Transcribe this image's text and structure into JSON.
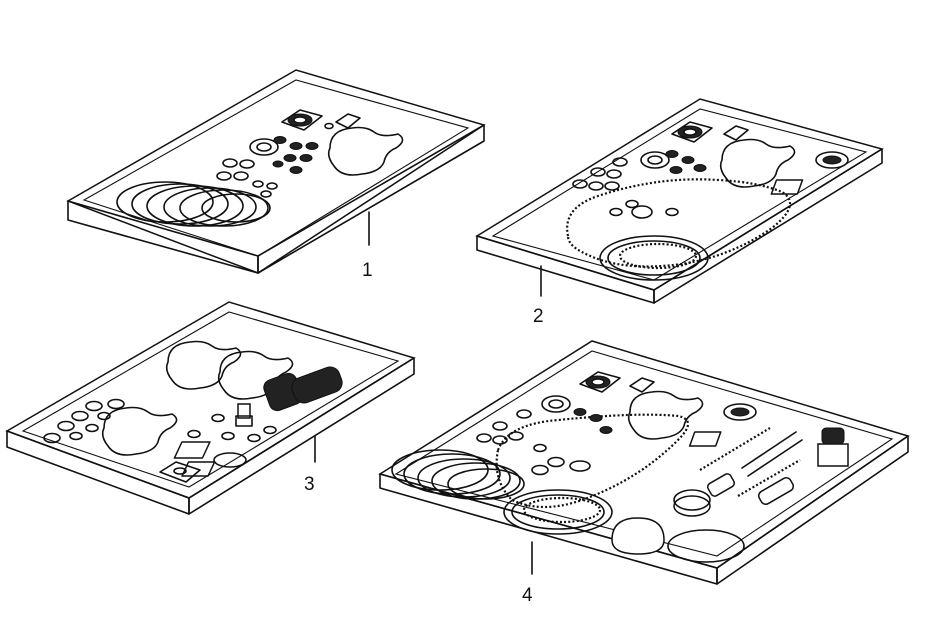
{
  "figure": {
    "callouts": [
      {
        "id": "tray-1",
        "label": "1"
      },
      {
        "id": "tray-2",
        "label": "2"
      },
      {
        "id": "tray-3",
        "label": "3"
      },
      {
        "id": "tray-4",
        "label": "4"
      }
    ]
  },
  "colors": {
    "ink": "#111111",
    "paper": "#ffffff"
  }
}
